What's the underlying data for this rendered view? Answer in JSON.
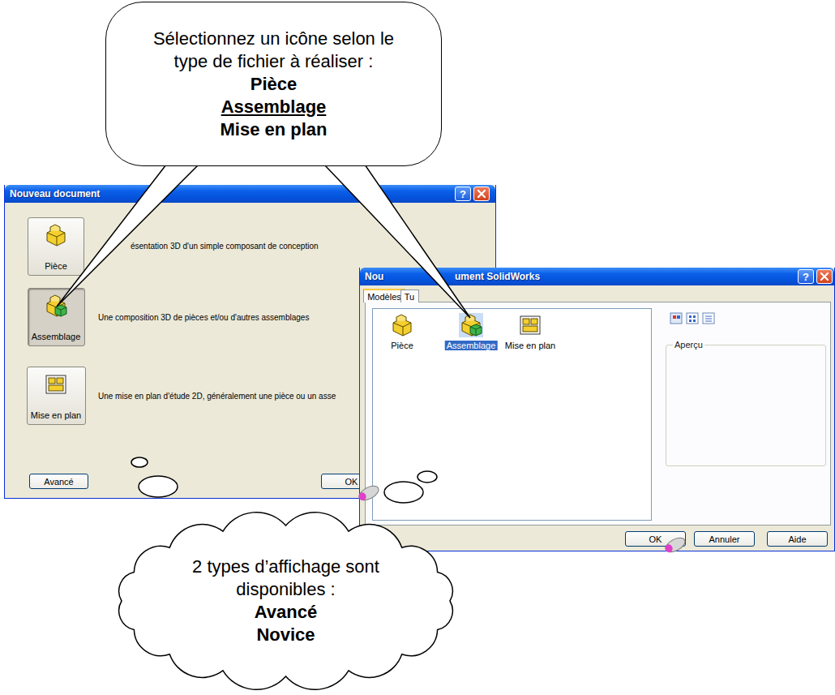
{
  "diagram": {
    "nodes": [
      {
        "text": [
          "Sélectionnez un icône selon le type de fichier à réaliser :",
          "Pièce",
          "Assemblage",
          "Mise en plan"
        ]
      },
      {
        "text": [
          "Nouveau document"
        ]
      },
      {
        "text": [
          "Pièce"
        ],
        "in": 1
      },
      {
        "text": [
          "Assemblage"
        ],
        "in": 1
      },
      {
        "text": [
          "Mise en plan"
        ],
        "in": 1
      },
      {
        "text": [
          "Avancé"
        ],
        "in": 1
      },
      {
        "text": [
          "OK"
        ],
        "in": 1
      },
      {
        "text": [
          "Nou",
          "ument SolidWorks"
        ]
      },
      {
        "text": [
          "Modèles"
        ],
        "in": 7
      },
      {
        "text": [
          "Tu"
        ],
        "in": 7
      },
      {
        "text": [
          "Aperçu"
        ],
        "in": 7
      },
      {
        "text": [
          "OK"
        ],
        "in": 7
      },
      {
        "text": [
          "Annuler"
        ],
        "in": 7
      },
      {
        "text": [
          "Aide"
        ],
        "in": 7
      },
      {
        "text": [
          "2 types d’affichage sont disponibles :",
          "Avancé",
          "Novice"
        ]
      }
    ],
    "labels": [
      "ésentation 3D d'un simple composant de conception",
      "Une composition 3D de pièces et/ou d'autres assemblages",
      "Une mise en plan d'étude 2D, généralement une pièce ou un asse",
      "?",
      "?",
      "Pièce",
      "Assemblage",
      "Mise en plan"
    ]
  }
}
